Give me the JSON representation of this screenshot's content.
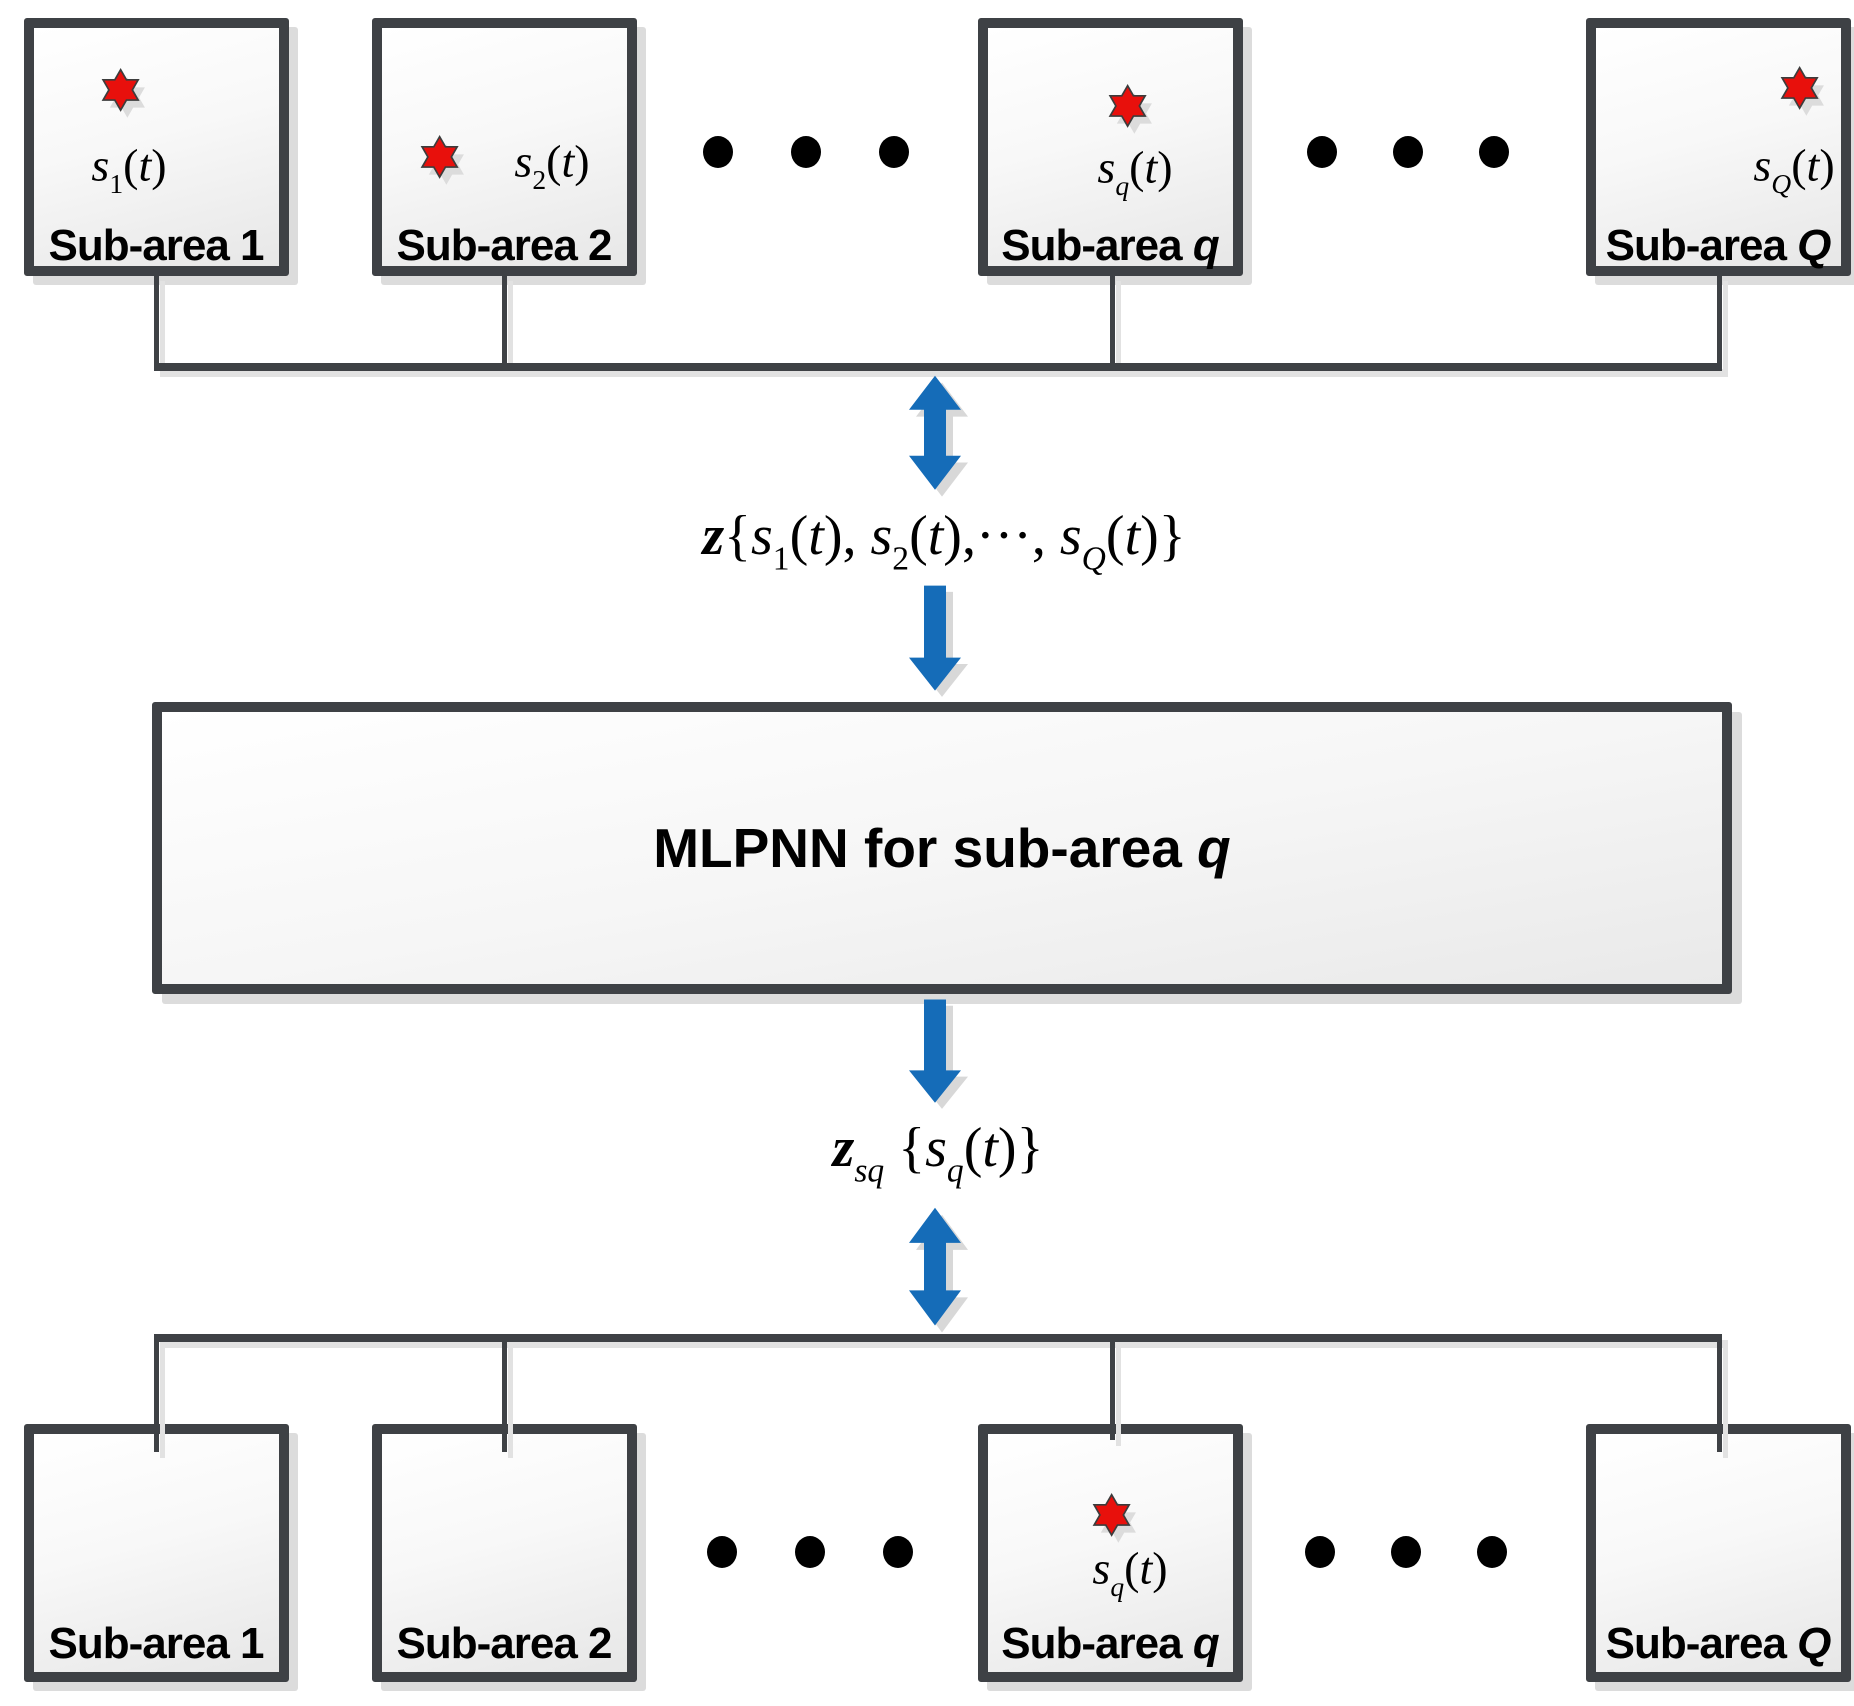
{
  "colors": {
    "accent_blue": "#156cb8",
    "star_red": "#e8100c",
    "line_gray": "#3e4145",
    "shadow_gray": "#dcdcdc"
  },
  "top_row": {
    "boxes": [
      {
        "label": [
          "Sub-area ",
          "1"
        ],
        "signal": [
          "s",
          "1",
          "(",
          "t",
          ")"
        ]
      },
      {
        "label": [
          "Sub-area ",
          "2"
        ],
        "signal": [
          "s",
          "2",
          "(",
          "t",
          ")"
        ]
      },
      {
        "label": [
          "Sub-area ",
          "q"
        ],
        "signal": [
          "s",
          "q",
          "(",
          "t",
          ")"
        ]
      },
      {
        "label": [
          "Sub-area ",
          "Q"
        ],
        "signal": [
          "s",
          "Q",
          "(",
          "t",
          ")"
        ]
      }
    ]
  },
  "bottom_row": {
    "boxes": [
      {
        "label": [
          "Sub-area ",
          "1"
        ]
      },
      {
        "label": [
          "Sub-area ",
          "2"
        ]
      },
      {
        "label": [
          "Sub-area ",
          "q"
        ],
        "signal": [
          "s",
          "q",
          "(",
          "t",
          ")"
        ]
      },
      {
        "label": [
          "Sub-area ",
          "Q"
        ]
      }
    ]
  },
  "mlpnn": {
    "label": [
      "MLPNN for sub-area ",
      "q"
    ]
  },
  "formula_top": [
    "z",
    "{",
    "s",
    "1",
    "(",
    "t",
    "), ",
    "s",
    "2",
    "(",
    "t",
    "),···, ",
    "s",
    "Q",
    "(",
    "t",
    ")}"
  ],
  "formula_bottom": [
    "z",
    "sq",
    " {",
    "s",
    "q",
    "(",
    "t",
    ")}"
  ]
}
